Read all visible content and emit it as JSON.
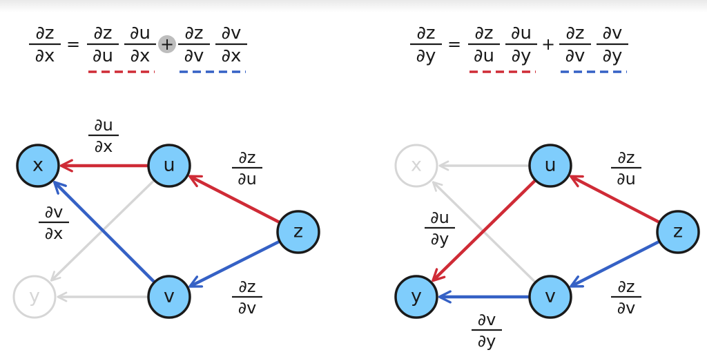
{
  "symbols": {
    "partial": "∂",
    "equals": "=",
    "plus": "+"
  },
  "colors": {
    "red": "#cf2b36",
    "blue": "#3561c5",
    "faded": "#d6d6d6",
    "node_fill": "#7fcdfc",
    "node_stroke": "#1a1a1a",
    "text": "#1a1a1a",
    "plus_highlight": "#bdbdbd"
  },
  "formulas": [
    {
      "lhs": [
        "∂z",
        "∂x"
      ],
      "terms": [
        {
          "num1": "∂z",
          "den1": "∂u",
          "num2": "∂u",
          "den2": "∂x",
          "underline": "red"
        },
        {
          "num1": "∂z",
          "den1": "∂v",
          "num2": "∂v",
          "den2": "∂x",
          "underline": "blue"
        }
      ],
      "plus_highlighted": true
    },
    {
      "lhs": [
        "∂z",
        "∂y"
      ],
      "terms": [
        {
          "num1": "∂z",
          "den1": "∂u",
          "num2": "∂u",
          "den2": "∂y",
          "underline": "red"
        },
        {
          "num1": "∂z",
          "den1": "∂v",
          "num2": "∂v",
          "den2": "∂y",
          "underline": "blue"
        }
      ],
      "plus_highlighted": false
    }
  ],
  "graphs": [
    {
      "nodes": [
        {
          "id": "x",
          "label": "x",
          "active": true
        },
        {
          "id": "u",
          "label": "u",
          "active": true
        },
        {
          "id": "z",
          "label": "z",
          "active": true
        },
        {
          "id": "v",
          "label": "v",
          "active": true
        },
        {
          "id": "y",
          "label": "y",
          "active": false
        }
      ],
      "edges": [
        {
          "from": "u",
          "to": "x",
          "color": "red"
        },
        {
          "from": "z",
          "to": "u",
          "color": "red"
        },
        {
          "from": "v",
          "to": "x",
          "color": "blue"
        },
        {
          "from": "z",
          "to": "v",
          "color": "blue"
        },
        {
          "from": "u",
          "to": "y",
          "color": "faded"
        },
        {
          "from": "v",
          "to": "y",
          "color": "faded"
        }
      ],
      "labels": [
        {
          "num": "∂u",
          "den": "∂x"
        },
        {
          "num": "∂z",
          "den": "∂u"
        },
        {
          "num": "∂v",
          "den": "∂x"
        },
        {
          "num": "∂z",
          "den": "∂v"
        }
      ]
    },
    {
      "nodes": [
        {
          "id": "x",
          "label": "x",
          "active": false
        },
        {
          "id": "u",
          "label": "u",
          "active": true
        },
        {
          "id": "z",
          "label": "z",
          "active": true
        },
        {
          "id": "v",
          "label": "v",
          "active": true
        },
        {
          "id": "y",
          "label": "y",
          "active": true
        }
      ],
      "edges": [
        {
          "from": "u",
          "to": "x",
          "color": "faded"
        },
        {
          "from": "v",
          "to": "x",
          "color": "faded"
        },
        {
          "from": "z",
          "to": "u",
          "color": "red"
        },
        {
          "from": "u",
          "to": "y",
          "color": "red"
        },
        {
          "from": "z",
          "to": "v",
          "color": "blue"
        },
        {
          "from": "v",
          "to": "y",
          "color": "blue"
        }
      ],
      "labels": [
        {
          "num": "∂z",
          "den": "∂u"
        },
        {
          "num": "∂u",
          "den": "∂y"
        },
        {
          "num": "∂z",
          "den": "∂v"
        },
        {
          "num": "∂v",
          "den": "∂y"
        }
      ]
    }
  ]
}
